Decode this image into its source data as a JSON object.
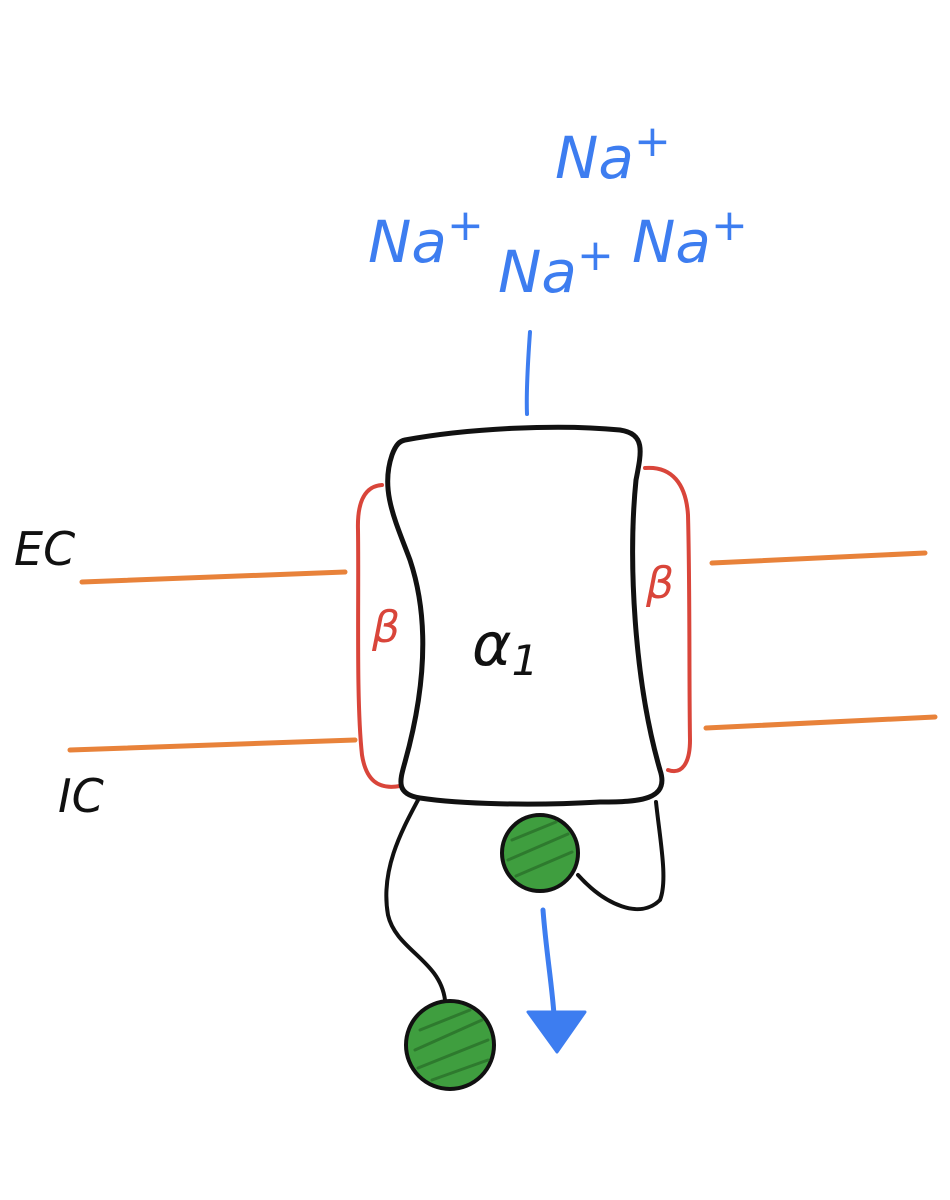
{
  "ions": [
    {
      "label": "Na",
      "charge": "+"
    },
    {
      "label": "Na",
      "charge": "+"
    },
    {
      "label": "Na",
      "charge": "+"
    },
    {
      "label": "Na",
      "charge": "+"
    }
  ],
  "labels": {
    "extracellular": "EC",
    "intracellular": "IC",
    "beta_left": "β",
    "beta_right": "β",
    "alpha": "α",
    "alpha_subscript": "1"
  },
  "colors": {
    "ion": "#3d7df0",
    "arrow": "#3d7df0",
    "membrane": "#e8823a",
    "beta_subunit": "#d9453a",
    "alpha_subunit": "#111111",
    "inactivation_ball": "#3f9e3f"
  },
  "icons": {
    "flow_arrow": "arrow-down-icon",
    "ball": "inactivation-ball-icon"
  }
}
